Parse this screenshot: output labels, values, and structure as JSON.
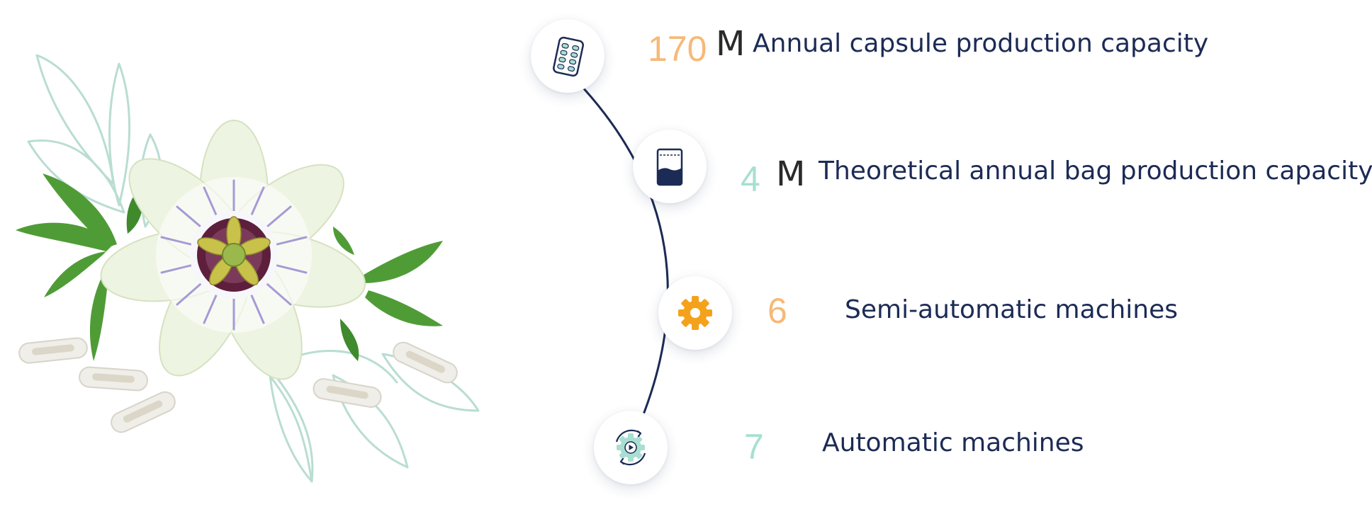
{
  "colors": {
    "orange": "#f7b978",
    "mint": "#a8dfd2",
    "navy": "#1c2b55",
    "amber": "#f4a21c"
  },
  "stats": [
    {
      "number": "170",
      "unit": "M",
      "label": "Annual capsule production capacity",
      "icon": "capsule-blister-icon",
      "number_color": "orange"
    },
    {
      "number": "4",
      "unit": "M",
      "label": "Theoretical annual bag production capacity",
      "icon": "bag-icon",
      "number_color": "mint"
    },
    {
      "number": "6",
      "unit": "",
      "label": "Semi-automatic machines",
      "icon": "gear-icon",
      "number_color": "orange"
    },
    {
      "number": "7",
      "unit": "",
      "label": "Automatic machines",
      "icon": "automation-gear-icon",
      "number_color": "mint"
    }
  ]
}
